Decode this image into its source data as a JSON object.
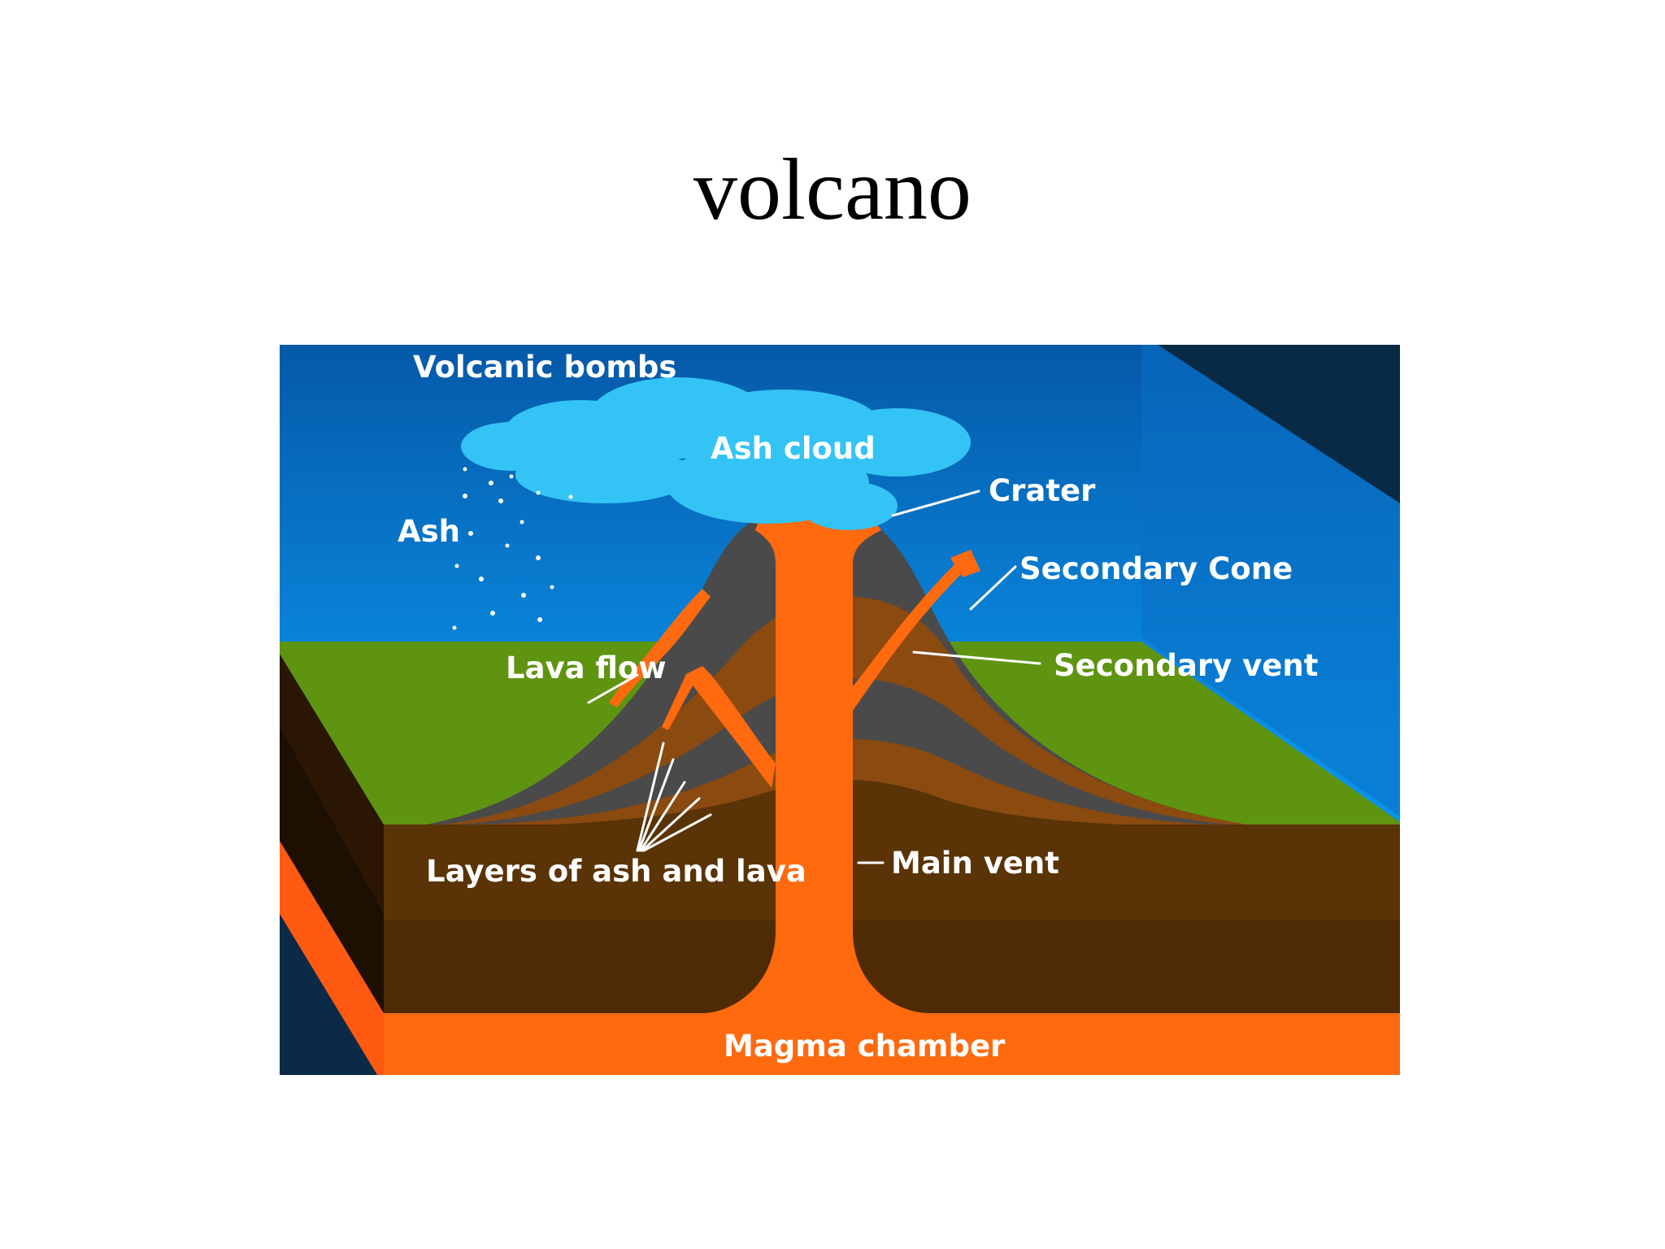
{
  "title": "volcano",
  "diagram": {
    "labels": {
      "volcanic_bombs": "Volcanic bombs",
      "ash_cloud": "Ash cloud",
      "ash": "Ash",
      "crater": "Crater",
      "secondary_cone": "Secondary Cone",
      "lava_flow": "Lava flow",
      "secondary_vent": "Secondary vent",
      "layers": "Layers of ash and lava",
      "main_vent": "Main vent",
      "magma_chamber": "Magma chamber"
    },
    "colors": {
      "sky": "#0a8fe6",
      "cloud": "#34c3f5",
      "grass": "#5f9410",
      "rock": "#4a4a4a",
      "ash_layer": "#8a4a10",
      "soil": "#5a3306",
      "magma": "#ff6a0e"
    }
  }
}
